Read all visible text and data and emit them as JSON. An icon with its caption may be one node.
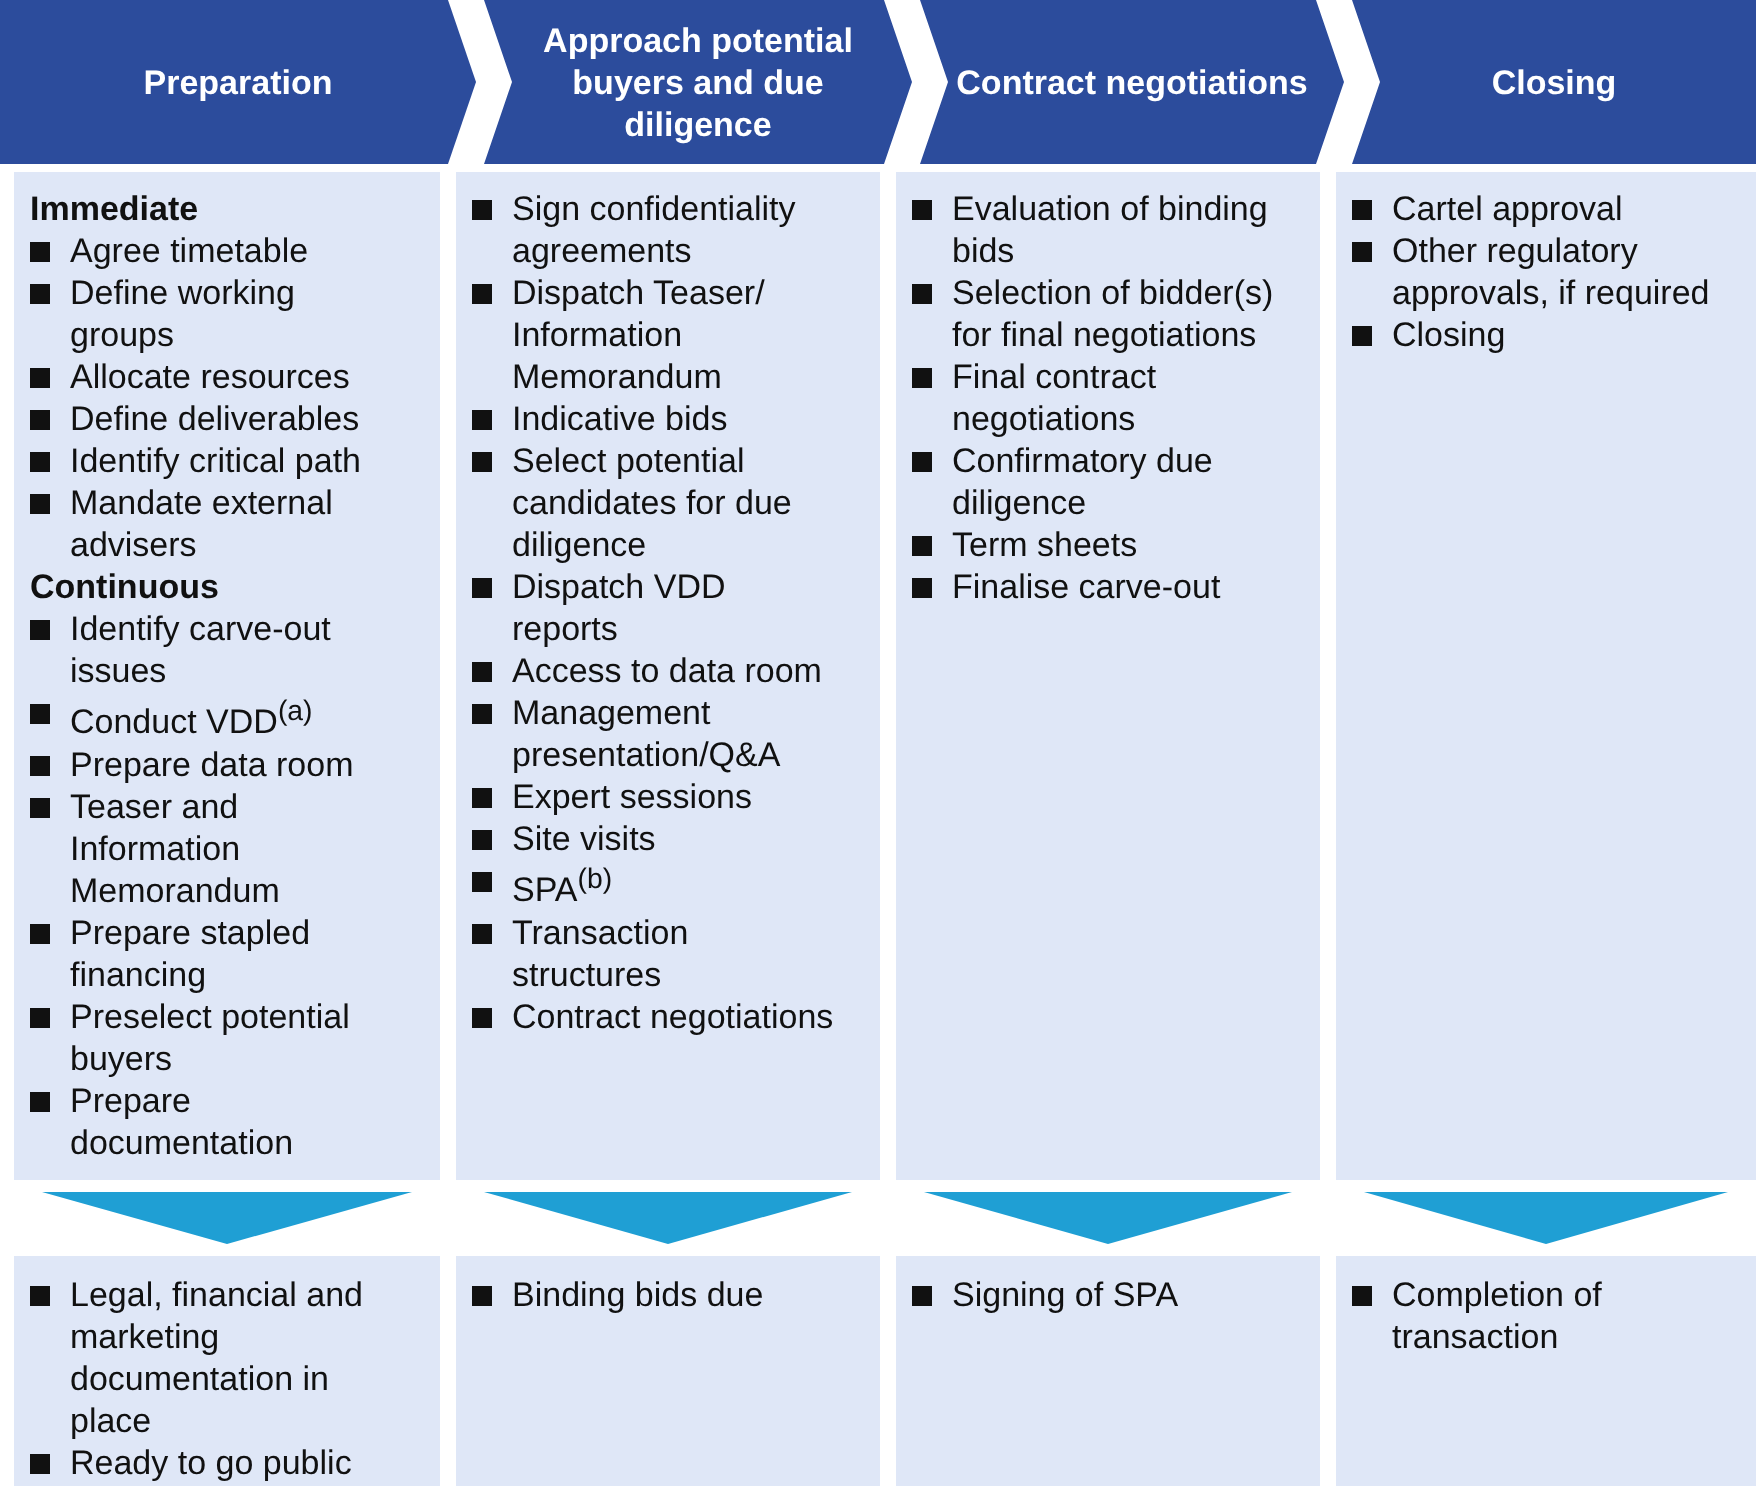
{
  "diagram": {
    "nodes": [
      {
        "text": [
          "Preparation"
        ]
      },
      {
        "text": [
          "Approach potential buyers and due diligence"
        ]
      },
      {
        "text": [
          "Contract negotiations"
        ]
      },
      {
        "text": [
          "Closing"
        ]
      },
      {
        "text": [
          "Immediate",
          "Agree timetable",
          "Define working groups",
          "Allocate resources",
          "Define deliverables",
          "Identify critical path",
          "Mandate external advisers",
          "Continuous",
          "Identify carve-out issues",
          "Conduct VDD$^{(a)}$",
          "Prepare data room",
          "Teaser and Information Memorandum",
          "Prepare stapled financing",
          "Preselect potential buyers",
          "Prepare documentation"
        ]
      },
      {
        "text": [
          "Sign confidentiality agreements",
          "Dispatch Teaser/ Information Memorandum",
          "Indicative bids",
          "Select potential candidates for due diligence",
          "Dispatch VDD reports",
          "Access to data room",
          "Management presentation/Q&A",
          "Expert sessions",
          "Site visits",
          "SPA$^{(b)}$",
          "Transaction structures",
          "Contract negotiations"
        ]
      },
      {
        "text": [
          "Evaluation of binding bids",
          "Selection of bidder(s) for final negotiations",
          "Final contract negotiations",
          "Confirmatory due diligence",
          "Term sheets",
          "Finalise carve-out"
        ]
      },
      {
        "text": [
          "Cartel approval",
          "Other regulatory approvals, if required",
          "Closing"
        ]
      },
      {
        "text": [
          "Legal, financial and marketing documentation in place",
          "Ready to go public"
        ]
      },
      {
        "text": [
          "Binding bids due"
        ]
      },
      {
        "text": [
          "Signing of SPA"
        ]
      },
      {
        "text": [
          "Completion of transaction"
        ]
      }
    ],
    "edges": [
      {
        "from": 4,
        "to": 8,
        "arrow": "to"
      },
      {
        "from": 5,
        "to": 9,
        "arrow": "to"
      },
      {
        "from": 6,
        "to": 10,
        "arrow": "to"
      },
      {
        "from": 7,
        "to": 11,
        "arrow": "to"
      }
    ]
  }
}
